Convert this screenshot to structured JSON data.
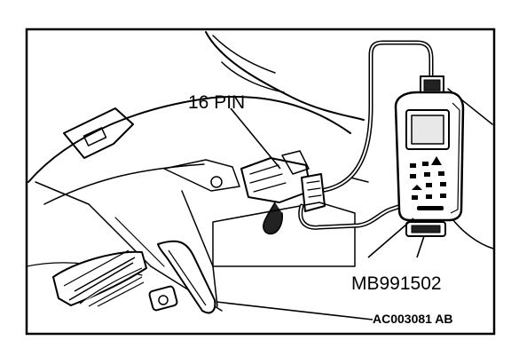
{
  "labels": {
    "connector": "16 PIN",
    "tool": "MB991502",
    "figure_id": "AC003081 AB"
  }
}
